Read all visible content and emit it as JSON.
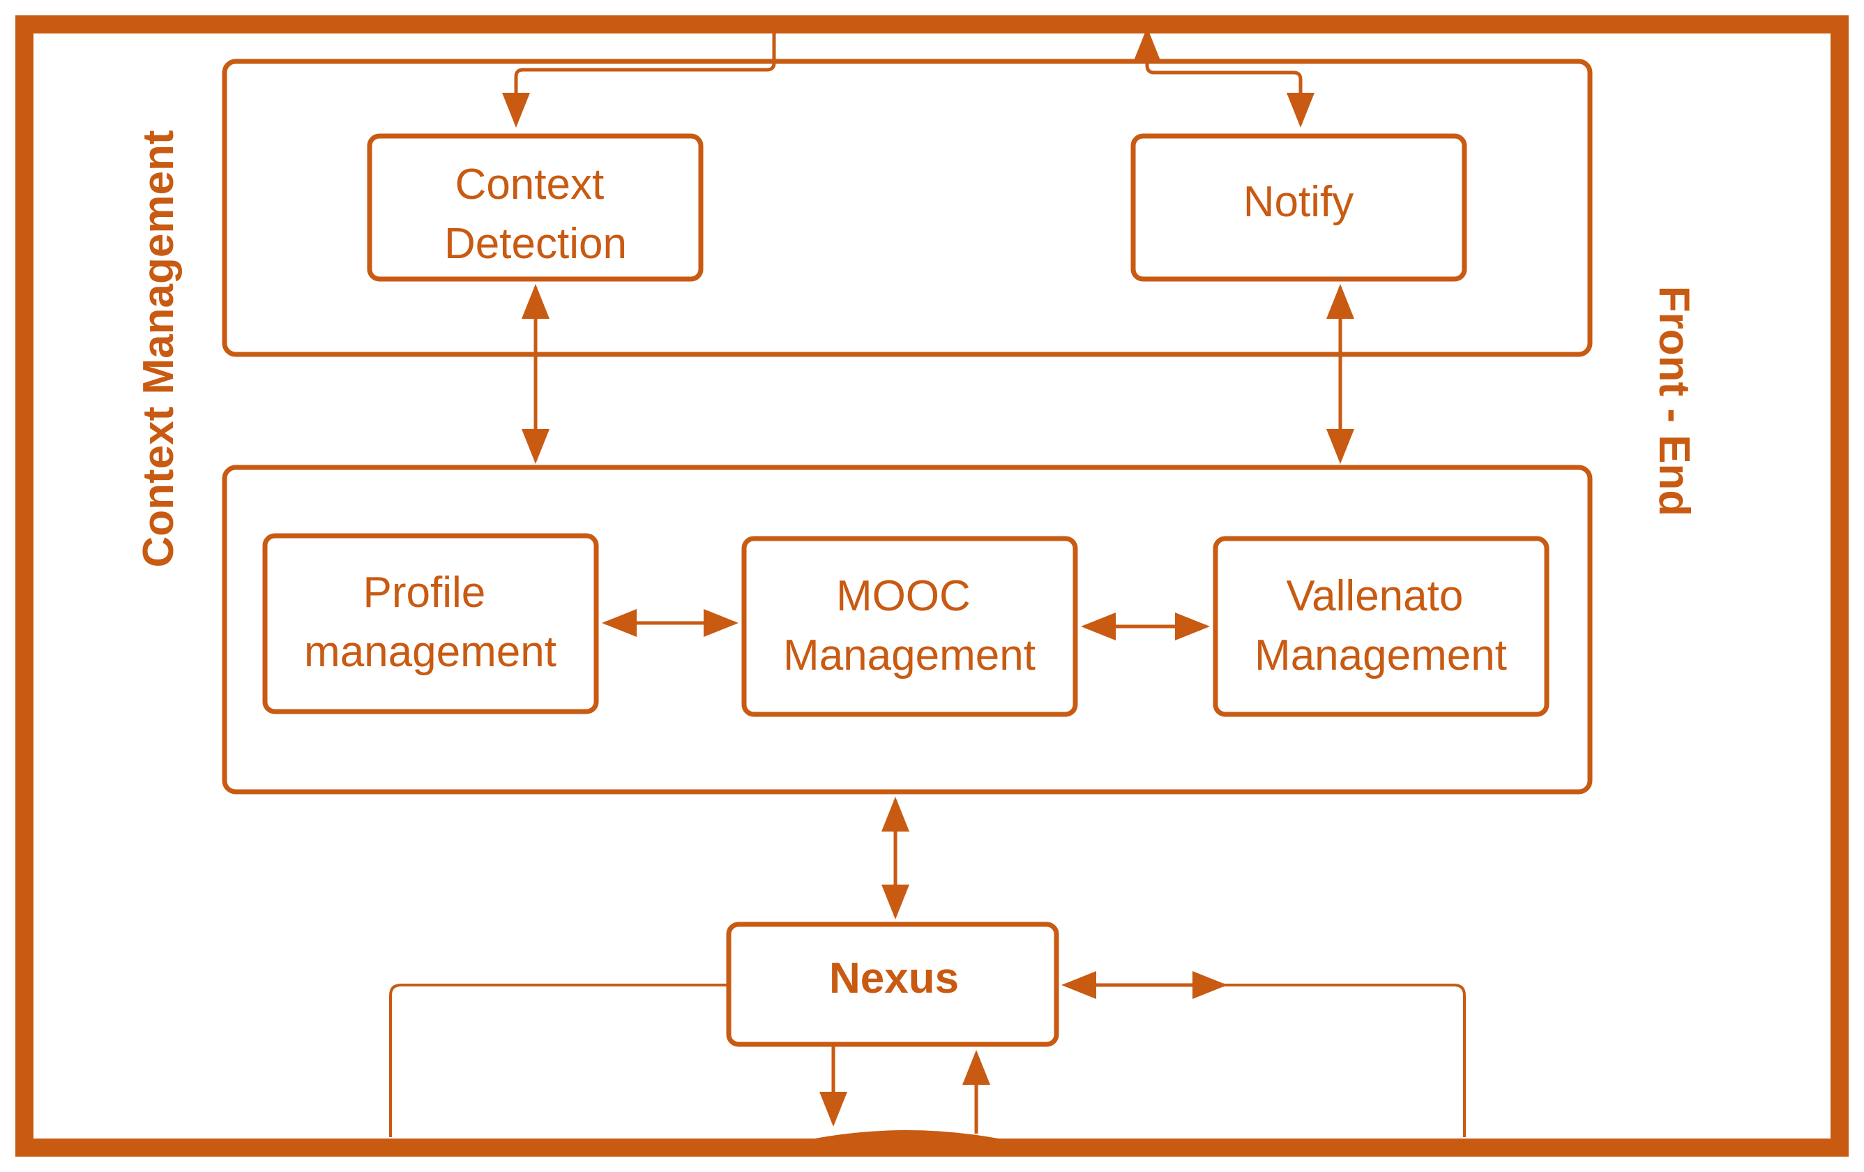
{
  "colors": {
    "accent": "#c85a12",
    "background": "#ffffff"
  },
  "labels": {
    "context_management": "Context Management",
    "front_end": "Front - End"
  },
  "boxes": {
    "context_detection": [
      "Context",
      "Detection"
    ],
    "notify": [
      "Notify"
    ],
    "profile_management": [
      "Profile",
      "management"
    ],
    "mooc_management": [
      "MOOC",
      "Management"
    ],
    "vallenato_management": [
      "Vallenato",
      "Management"
    ],
    "nexus": [
      "Nexus"
    ]
  }
}
